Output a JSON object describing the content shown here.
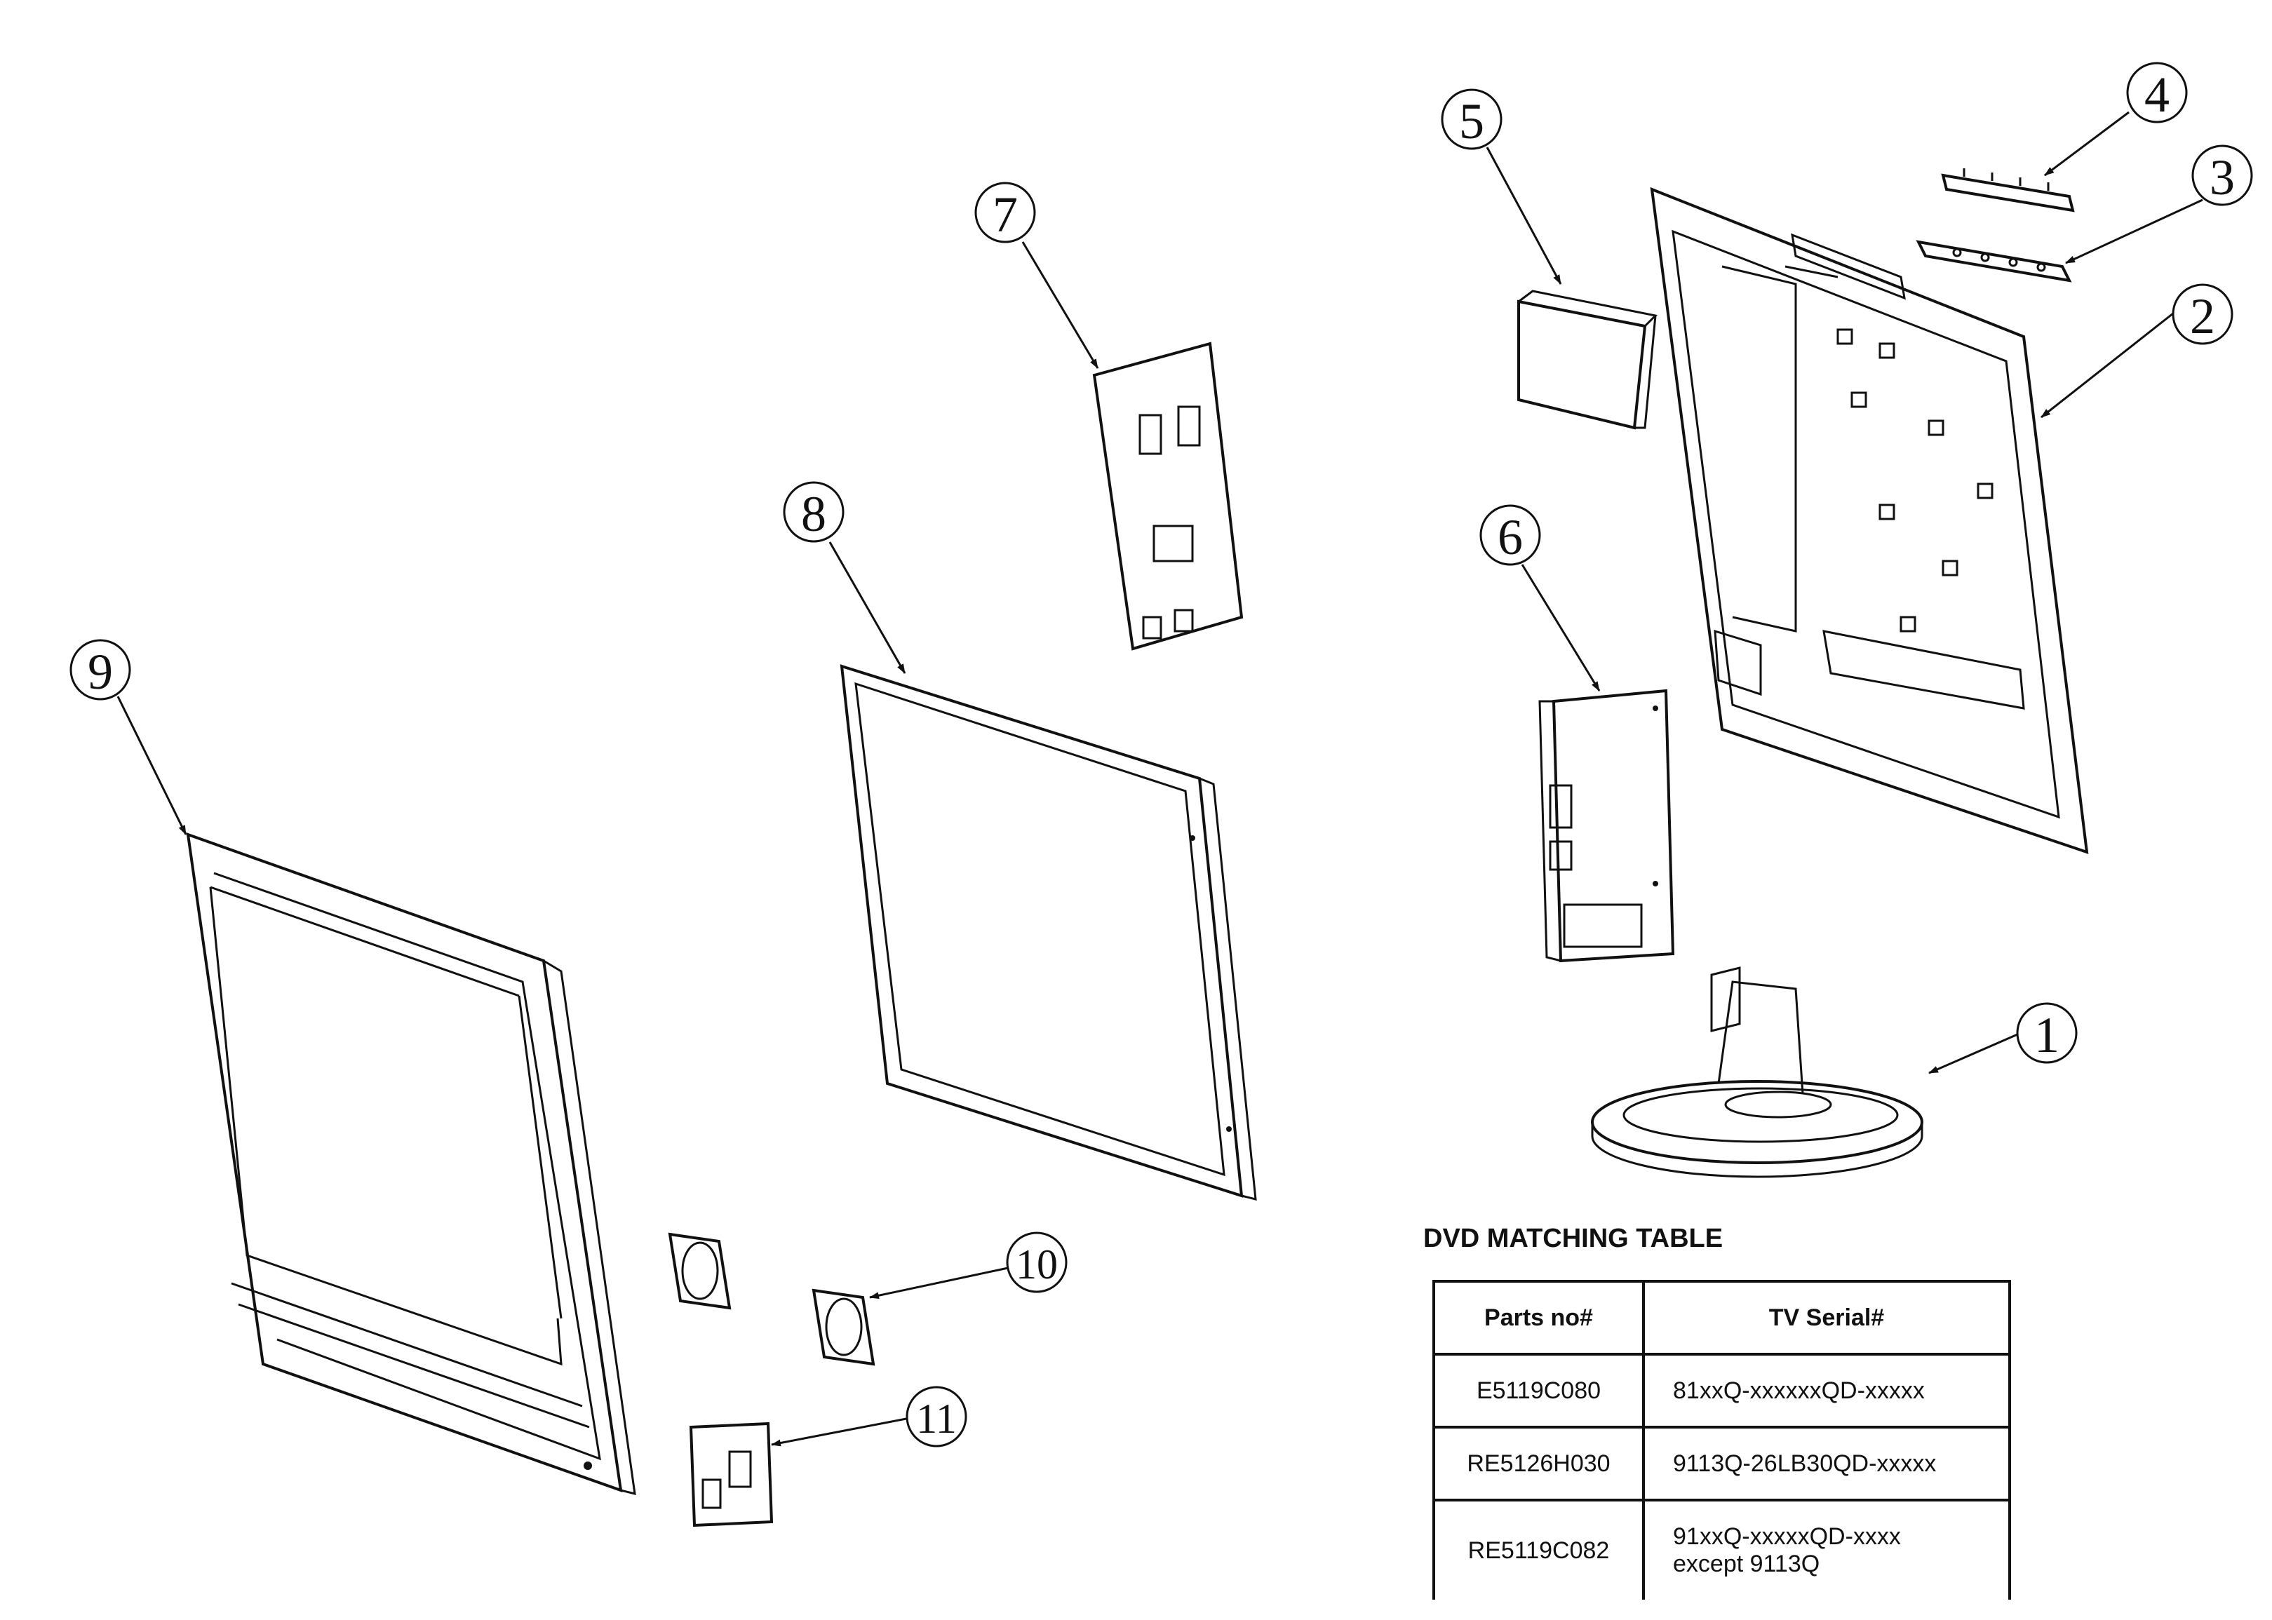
{
  "callouts": [
    {
      "id": "1",
      "label": "1"
    },
    {
      "id": "2",
      "label": "2"
    },
    {
      "id": "3",
      "label": "3"
    },
    {
      "id": "4",
      "label": "4"
    },
    {
      "id": "5",
      "label": "5"
    },
    {
      "id": "6",
      "label": "6"
    },
    {
      "id": "7",
      "label": "7"
    },
    {
      "id": "8",
      "label": "8"
    },
    {
      "id": "9",
      "label": "9"
    },
    {
      "id": "10",
      "label": "10"
    },
    {
      "id": "11",
      "label": "11"
    }
  ],
  "table": {
    "title": "DVD MATCHING TABLE",
    "headers": [
      "Parts no#",
      "TV Serial#"
    ],
    "rows": [
      {
        "part": "E5119C080",
        "serial": "81xxQ-xxxxxxQD-xxxxx",
        "serial_note": ""
      },
      {
        "part": "RE5126H030",
        "serial": "9113Q-26LB30QD-xxxxx",
        "serial_note": ""
      },
      {
        "part": "RE5119C082",
        "serial": "91xxQ-xxxxxQD-xxxx",
        "serial_note": "except 9113Q"
      }
    ]
  }
}
